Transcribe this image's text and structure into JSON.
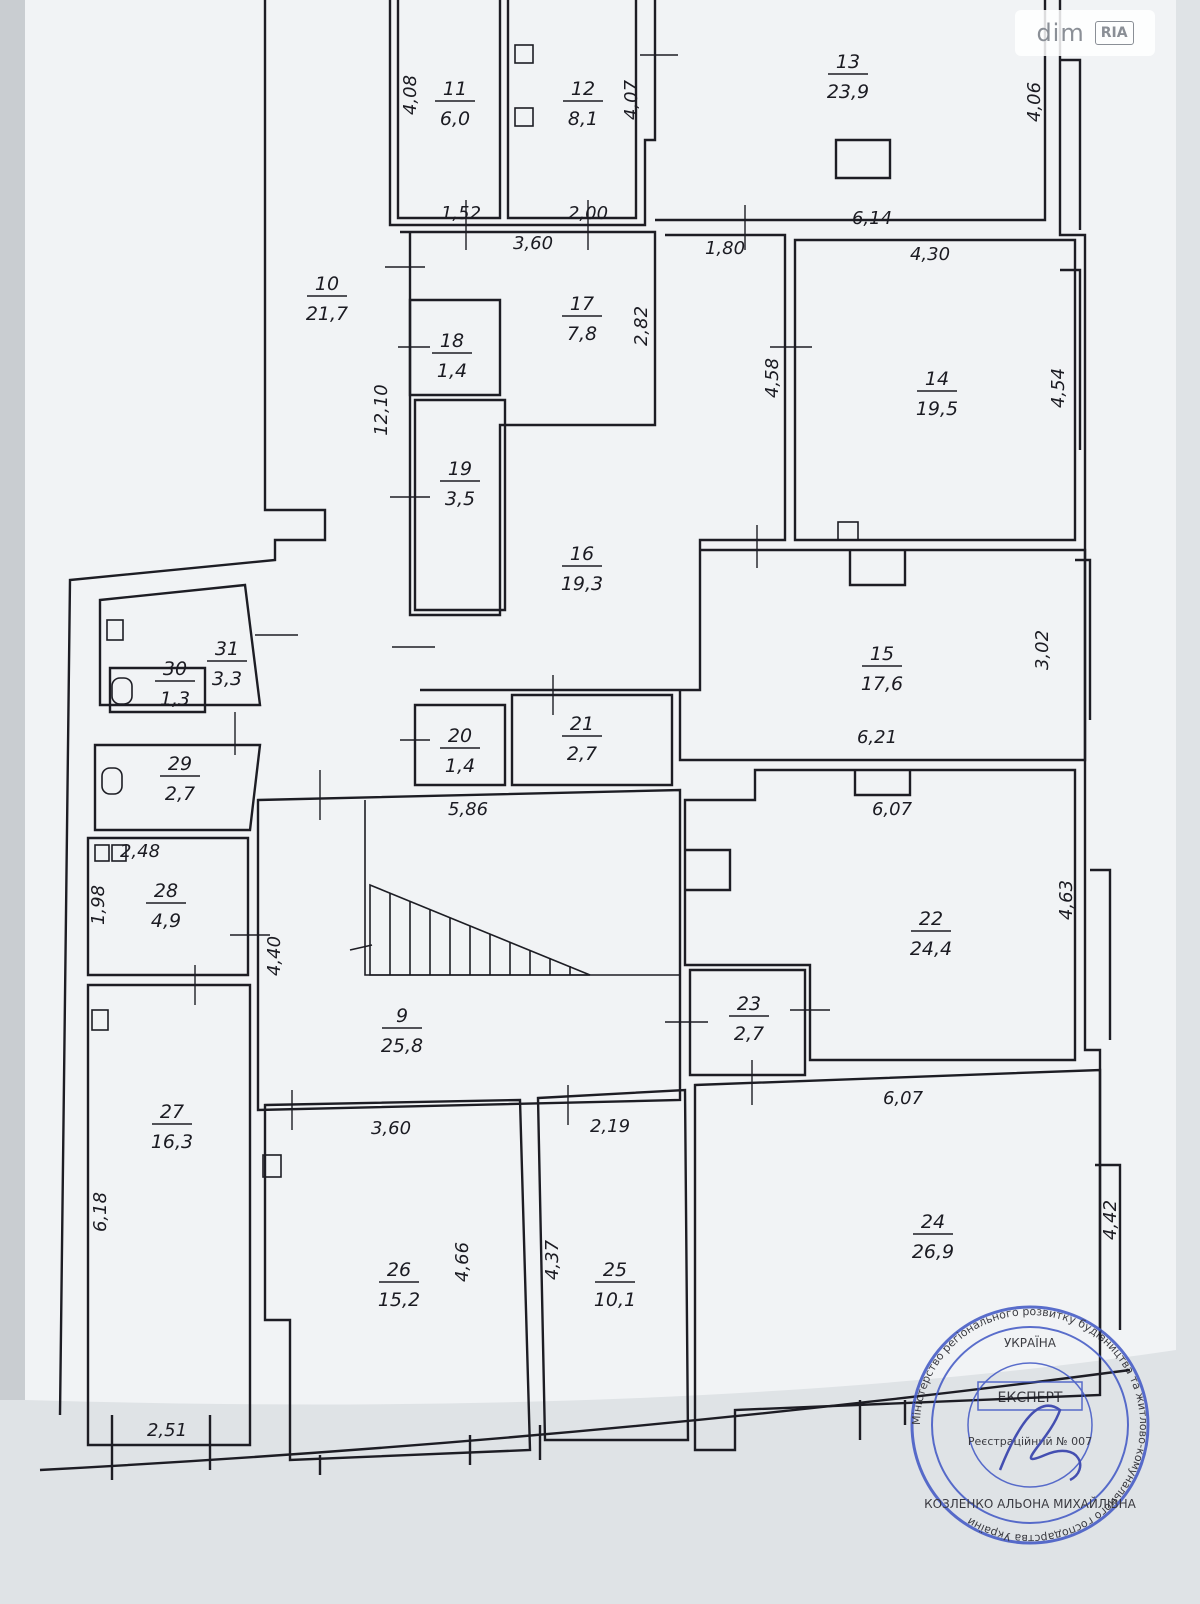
{
  "watermark": {
    "brand": "dim",
    "partner": "RIA"
  },
  "rooms": [
    {
      "num": "11",
      "area": "6,0"
    },
    {
      "num": "12",
      "area": "8,1"
    },
    {
      "num": "13",
      "area": "23,9"
    },
    {
      "num": "10",
      "area": "21,7"
    },
    {
      "num": "17",
      "area": "7,8"
    },
    {
      "num": "18",
      "area": "1,4"
    },
    {
      "num": "14",
      "area": "19,5"
    },
    {
      "num": "19",
      "area": "3,5"
    },
    {
      "num": "16",
      "area": "19,3"
    },
    {
      "num": "31",
      "area": "3,3"
    },
    {
      "num": "15",
      "area": "17,6"
    },
    {
      "num": "30",
      "area": "1,3"
    },
    {
      "num": "20",
      "area": "1,4"
    },
    {
      "num": "21",
      "area": "2,7"
    },
    {
      "num": "29",
      "area": "2,7"
    },
    {
      "num": "28",
      "area": "4,9"
    },
    {
      "num": "22",
      "area": "24,4"
    },
    {
      "num": "9",
      "area": "25,8"
    },
    {
      "num": "23",
      "area": "2,7"
    },
    {
      "num": "27",
      "area": "16,3"
    },
    {
      "num": "24",
      "area": "26,9"
    },
    {
      "num": "26",
      "area": "15,2"
    },
    {
      "num": "25",
      "area": "10,1"
    }
  ],
  "dimensions": [
    "4,08",
    "4,07",
    "4,06",
    "1,52",
    "2,00",
    "6,14",
    "3,60",
    "1,80",
    "4,30",
    "2,82",
    "4,58",
    "4,54",
    "12,10",
    "3,02",
    "6,21",
    "6,07",
    "5,86",
    "2,48",
    "1,98",
    "4,63",
    "4,40",
    "6,07",
    "3,60",
    "2,19",
    "4,42",
    "6,18",
    "4,66",
    "4,37",
    "2,51"
  ],
  "stamp": {
    "ring_text": "Міністерство регіонального розвитку будівництва та житлово-комунального господарства України",
    "country": "УКРАЇНА",
    "role": "ЕКСПЕРТ",
    "name": "КОЗЛЕНКО АЛЬОНА МИХАЙЛІВНА",
    "reg": "Реєстраційний № 007"
  }
}
